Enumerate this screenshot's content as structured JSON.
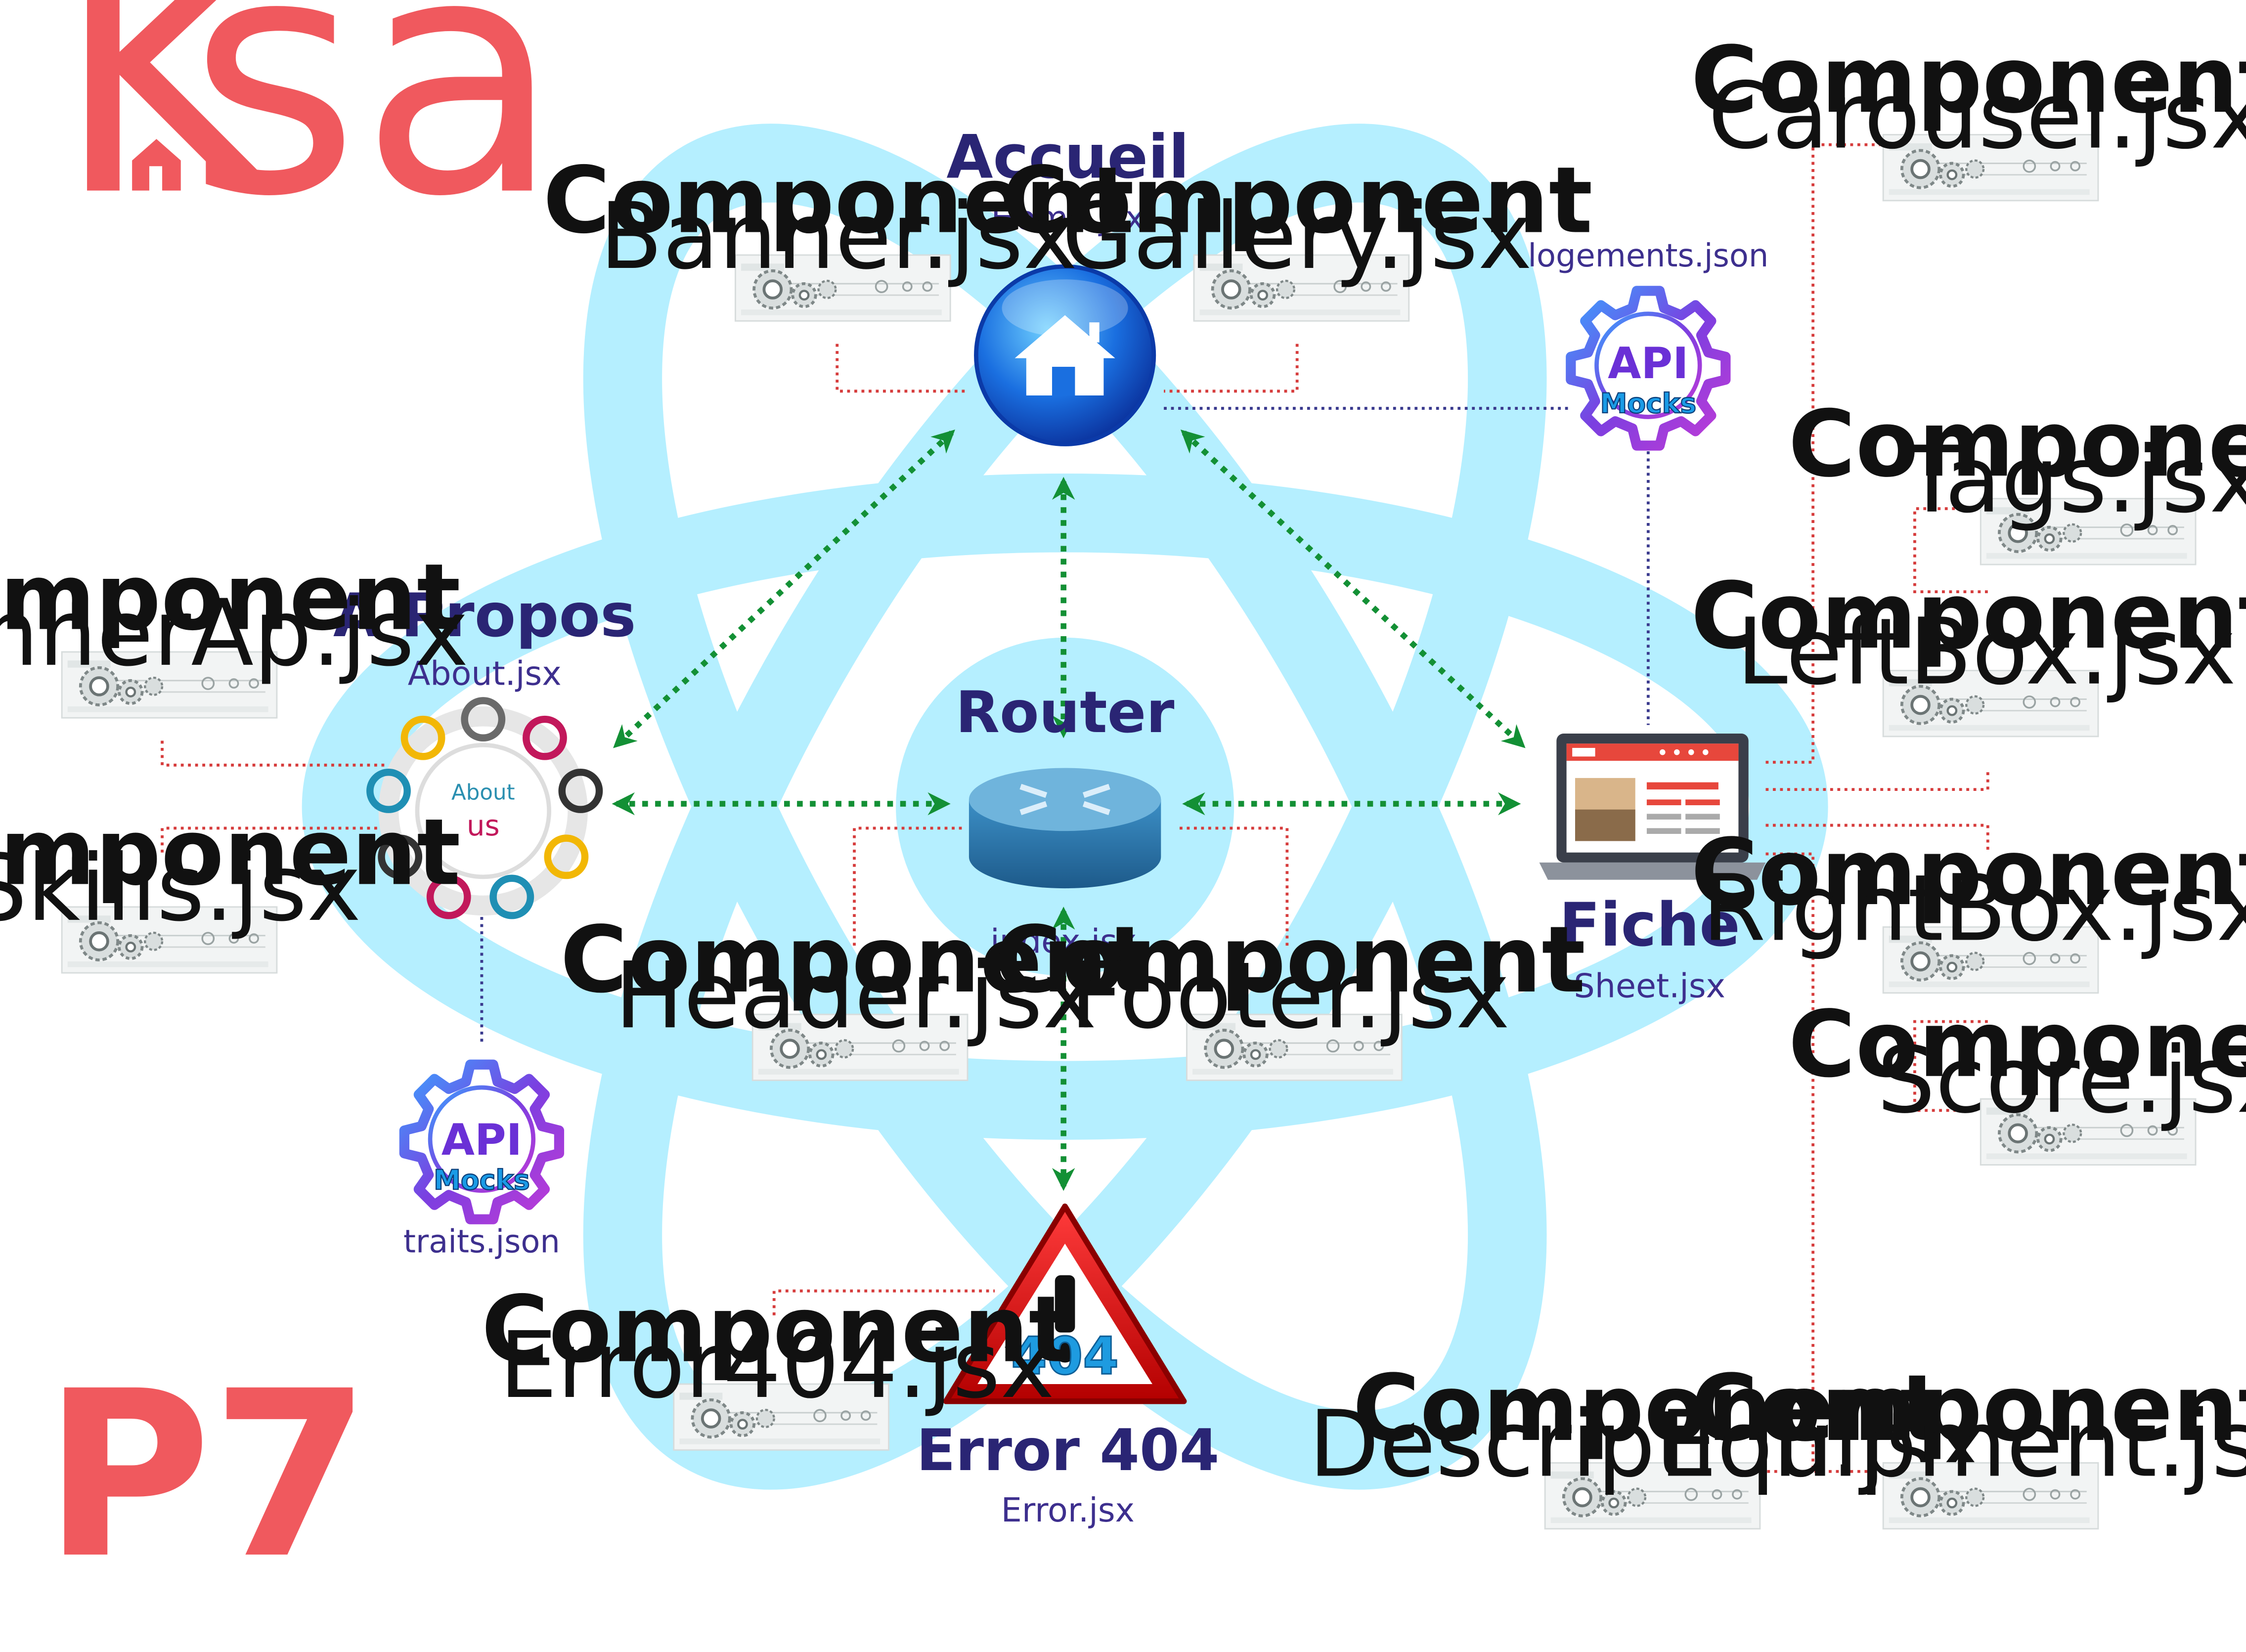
{
  "logo": {
    "left": "K",
    "right": "sa"
  },
  "badge": "P7",
  "pages": {
    "accueil": {
      "title": "Accueil",
      "file": "Home.jsx"
    },
    "propos": {
      "title": "A Propos",
      "file": "About.jsx",
      "icon_top": "About",
      "icon_bottom": "us"
    },
    "router": {
      "title": "Router",
      "file": "index.jsx"
    },
    "fiche": {
      "title": "Fiche",
      "file": "Sheet.jsx"
    },
    "error": {
      "title": "Error 404",
      "file": "Error.jsx",
      "icon_code": "404"
    }
  },
  "apis": {
    "logements": {
      "file": "logements.json",
      "label": "API",
      "sub": "Mocks"
    },
    "traits": {
      "file": "traits.json",
      "label": "API",
      "sub": "Mocks"
    }
  },
  "components": {
    "label": "Component",
    "banner": "Banner.jsx",
    "gallery": "Gallery.jsx",
    "bannerap": "BannerAp.jsx",
    "skills": "Skills.jsx",
    "header": "Header.jsx",
    "footer": "Footer.jsx",
    "error404": "Error404.jsx",
    "carousel": "Carousel.jsx",
    "tags": "Tags.jsx",
    "leftbox": "LeftBox.jsx",
    "rightbox": "RightBox.jsx",
    "score": "Score.jsx",
    "description": "Description.jsx",
    "equipment": "Equipment.jsx"
  },
  "colors": {
    "accent": "#f0595e",
    "title": "#2a2574",
    "file": "#3d2f8e",
    "atom": "#b5efff",
    "route_arrow": "#139035",
    "component_link": "#d63c3c",
    "api_link": "#3a3a8e"
  }
}
